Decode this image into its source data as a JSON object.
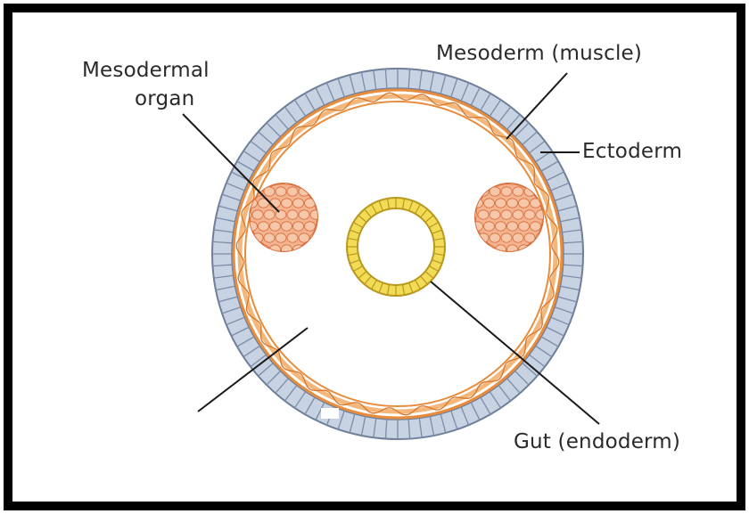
{
  "diagram": {
    "labels": {
      "mesodermal_organ_line1": "Mesodermal",
      "mesodermal_organ_line2": "organ",
      "mesoderm_muscle": "Mesoderm (muscle)",
      "ectoderm": "Ectoderm",
      "gut_endoderm": "Gut (endoderm)"
    },
    "colors": {
      "frame": "#000000",
      "ectoderm": "#b7c4d6",
      "ectoderm_edge": "#6f7f99",
      "mesoderm": "#e88b3a",
      "organ_fill": "#f3b290",
      "organ_edge": "#d9703e",
      "gut_fill": "#f2dc55",
      "gut_edge": "#b8981f",
      "leader_line": "#1a1a1a",
      "text": "#2a2a2a"
    }
  }
}
